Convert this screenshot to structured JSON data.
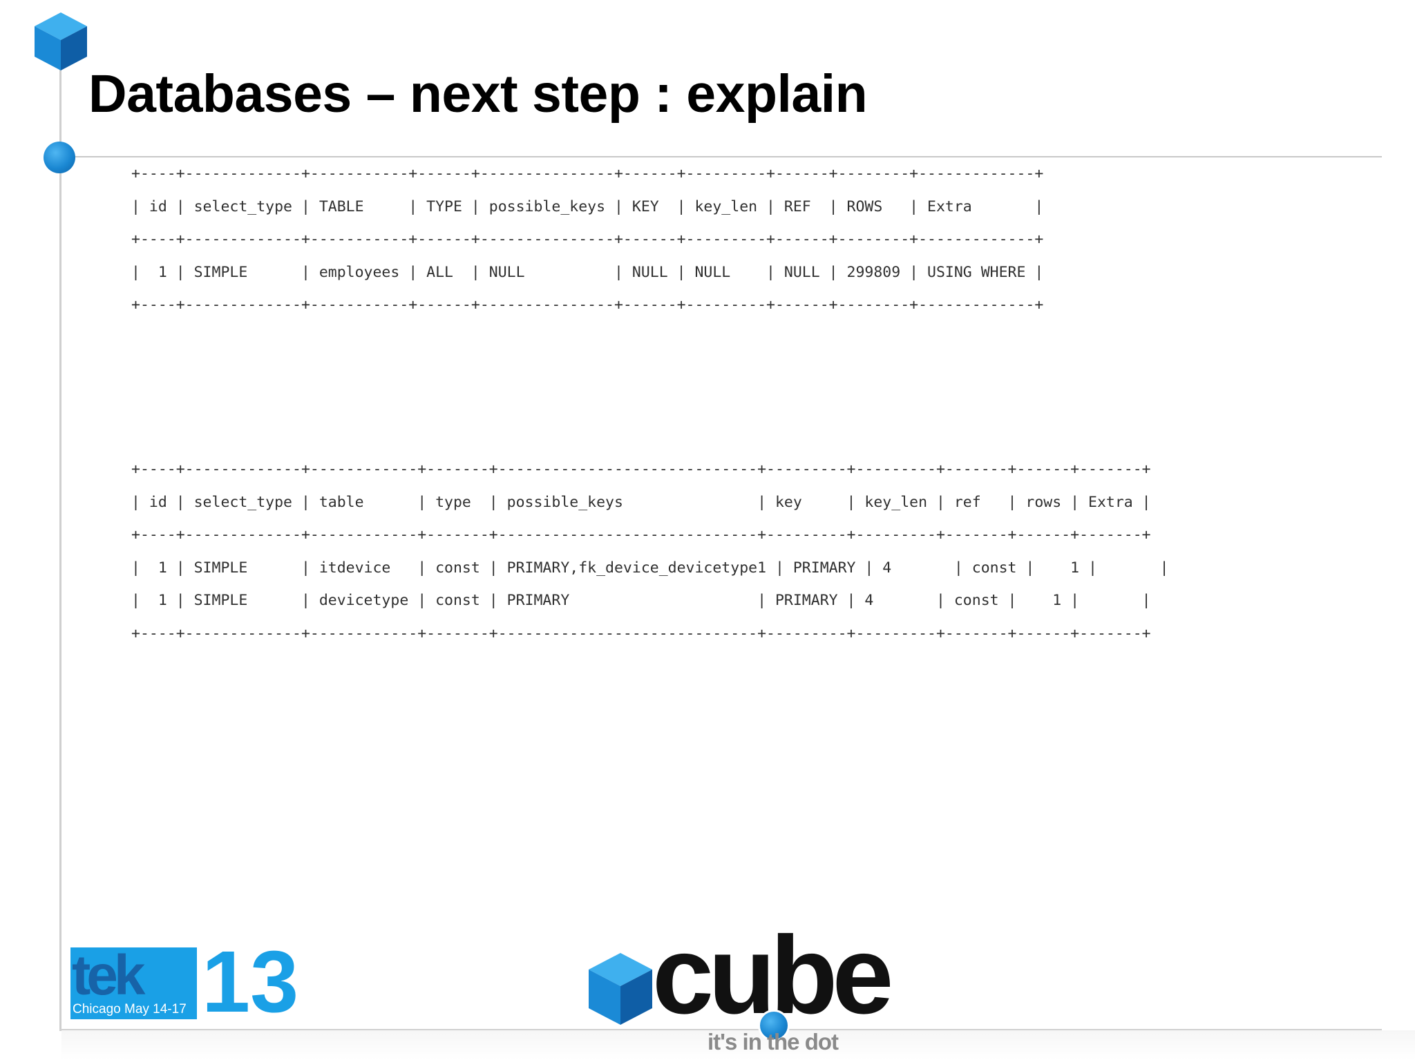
{
  "slide": {
    "title": "Databases – next step : explain"
  },
  "explain_output_1": {
    "lines": [
      "+----+-------------+-----------+------+---------------+------+---------+------+--------+-------------+",
      "| id | select_type | TABLE     | TYPE | possible_keys | KEY  | key_len | REF  | ROWS   | Extra       |",
      "+----+-------------+-----------+------+---------------+------+---------+------+--------+-------------+",
      "|  1 | SIMPLE      | employees | ALL  | NULL          | NULL | NULL    | NULL | 299809 | USING WHERE |",
      "+----+-------------+-----------+------+---------------+------+---------+------+--------+-------------+"
    ]
  },
  "explain_output_2": {
    "lines": [
      "+----+-------------+------------+-------+-----------------------------+---------+---------+-------+------+-------+",
      "| id | select_type | table      | type  | possible_keys               | key     | key_len | ref   | rows | Extra |",
      "+----+-------------+------------+-------+-----------------------------+---------+---------+-------+------+-------+",
      "|  1 | SIMPLE      | itdevice   | const | PRIMARY,fk_device_devicetype1 | PRIMARY | 4       | const |    1 |       |",
      "|  1 | SIMPLE      | devicetype | const | PRIMARY                     | PRIMARY | 4       | const |    1 |       |",
      "+----+-------------+------------+-------+-----------------------------+---------+---------+-------+------+-------+"
    ]
  },
  "logos": {
    "tek": {
      "word": "tek",
      "number": "13",
      "city_dates": "Chicago May 14-17",
      "icon": "tek13-logo"
    },
    "cube": {
      "word": "cube",
      "tagline": "it's in the dot",
      "icon": "cube-logo"
    }
  },
  "colors": {
    "accent_blue": "#1a87d2",
    "light_blue": "#1aa0e6",
    "dark_blue": "#1763a8",
    "rule_gray": "#c8c8c8",
    "text": "#303030"
  }
}
